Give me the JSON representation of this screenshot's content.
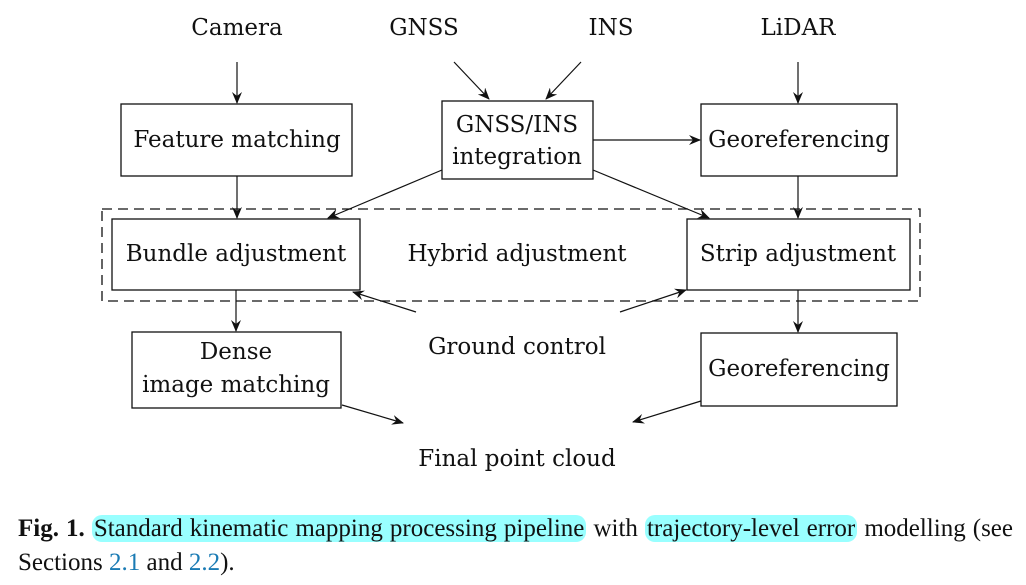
{
  "diagram": {
    "inputs": {
      "camera": "Camera",
      "gnss": "GNSS",
      "ins": "INS",
      "lidar": "LiDAR"
    },
    "boxes": {
      "feature_matching": "Feature matching",
      "gnss_ins_line1": "GNSS/INS",
      "gnss_ins_line2": "integration",
      "georeferencing_top": "Georeferencing",
      "bundle_adjustment": "Bundle adjustment",
      "hybrid_adjustment": "Hybrid adjustment",
      "strip_adjustment": "Strip adjustment",
      "dense_line1": "Dense",
      "dense_line2": "image matching",
      "georeferencing_bottom": "Georeferencing"
    },
    "labels": {
      "ground_control": "Ground control",
      "final_point_cloud": "Final point cloud"
    }
  },
  "caption": {
    "fig_label": "Fig. 1.",
    "highlight1": "Standard kinematic mapping processing pipeline",
    "mid": " with ",
    "highlight2": "trajectory-level error",
    "line2_start": " modelling (see  Sections ",
    "ref1": "2.1",
    "and": " and ",
    "ref2": "2.2",
    "end": ").",
    "highlight_color": "#99ffff",
    "link_color": "#1a7bb4"
  }
}
